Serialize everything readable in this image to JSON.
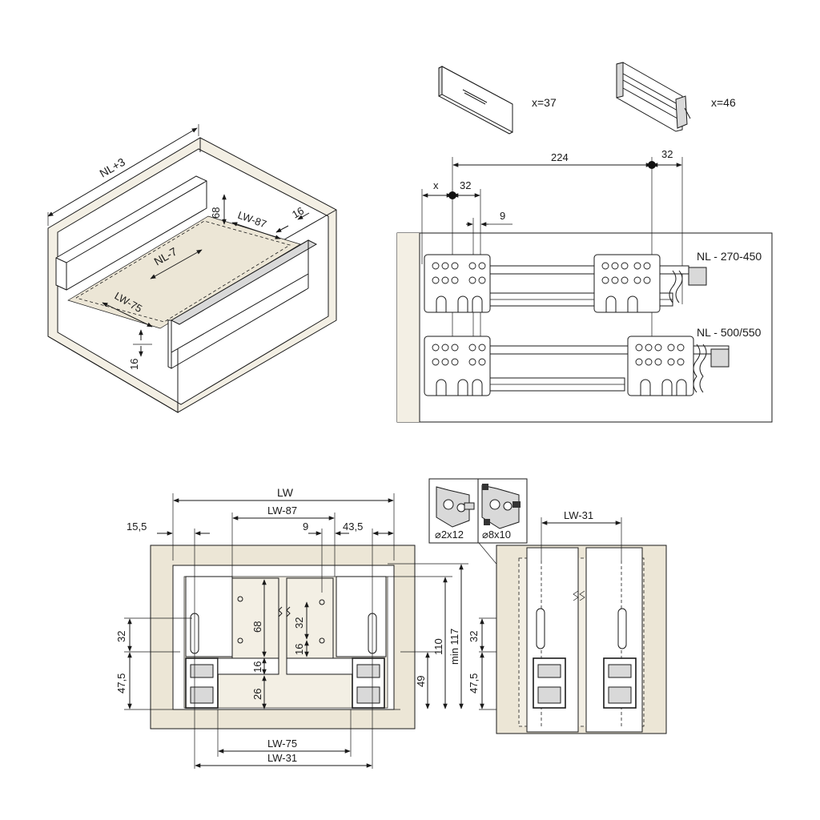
{
  "iso_view": {
    "nl_plus_3": "NL+3",
    "dim_68": "68",
    "lw_minus_87": "LW-87",
    "dim_16_top": "16",
    "nl_minus_7": "NL-7",
    "lw_minus_75": "LW-75",
    "dim_16_bottom": "16"
  },
  "front_panels": {
    "panel_a_label": "x=37",
    "panel_b_label": "x=46"
  },
  "runner_view": {
    "dim_224": "224",
    "dim_32_right": "32",
    "dim_x": "x",
    "dim_32_left": "32",
    "dim_9": "9",
    "nl_range_short": "NL - 270-450",
    "nl_range_long": "NL - 500/550"
  },
  "front_view": {
    "lw": "LW",
    "lw_minus_87": "LW-87",
    "dim_15_5": "15,5",
    "dim_9": "9",
    "dim_43_5": "43,5",
    "dim_32_left": "32",
    "dim_47_5_left": "47,5",
    "dim_68": "68",
    "dim_16_left": "16",
    "dim_26": "26",
    "dim_32_mid": "32",
    "dim_16_mid": "16",
    "dim_110": "110",
    "dim_49": "49",
    "dim_min_117": "min 117",
    "dim_32_right": "32",
    "dim_47_5_right": "47,5",
    "lw_minus_75": "LW-75",
    "lw_minus_31": "LW-31"
  },
  "screw_inset": {
    "screw_a": "⌀2x12",
    "screw_b": "⌀8x10"
  },
  "side_view": {
    "lw_minus_31": "LW-31"
  }
}
